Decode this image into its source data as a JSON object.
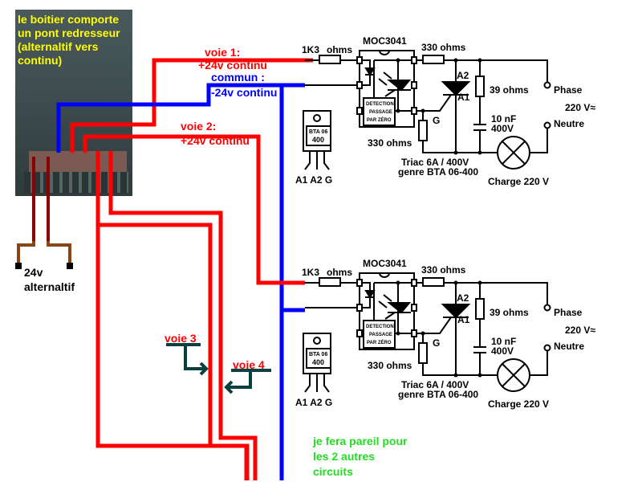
{
  "box": {
    "description": "le boitier comporte un pont redresseur (alternaltif vers continu)"
  },
  "ac_input": {
    "line1": "24v",
    "line2": "alternaltif"
  },
  "wires": {
    "voie1_title": "voie 1:",
    "voie1_sub": "+24v continu",
    "commun_title": "commun :",
    "commun_sub": "-24v continu",
    "voie2_title": "voie 2:",
    "voie2_sub": "+24v continu",
    "voie3": "voie 3",
    "voie4": "voie 4"
  },
  "circuit": {
    "r_input": "1K3",
    "r_input_unit": "ohms",
    "optocoupler": "MOC3041",
    "zero_cross_1": "DETECTION",
    "zero_cross_2": "PASSAGE",
    "zero_cross_3": "PAR ZÉRO",
    "r_gate": "330 ohms",
    "r_bottom": "330 ohms",
    "a2": "A2",
    "a1": "A1",
    "g": "G",
    "r_snubber": "39 ohms",
    "cap_1": "10 nF",
    "cap_2": "400V",
    "phase": "Phase",
    "neutre": "Neutre",
    "mains": "220 V≈",
    "triac_1": "Triac 6A / 400V",
    "triac_2": "genre BTA 06-400",
    "load": "Charge 220 V",
    "pkg_1": "BTA 06",
    "pkg_2": "400",
    "pins": "A1 A2 G"
  },
  "note": {
    "line1": "je fera pareil pour",
    "line2": "les 2 autres",
    "line3": "circuits"
  },
  "colors": {
    "positive": "#ff0000",
    "common": "#0000ff",
    "ac": "#8b4513",
    "ac_dark": "#8b0000",
    "note": "#22dd22",
    "arrow": "#0b4040",
    "box_text": "#ffff00"
  }
}
